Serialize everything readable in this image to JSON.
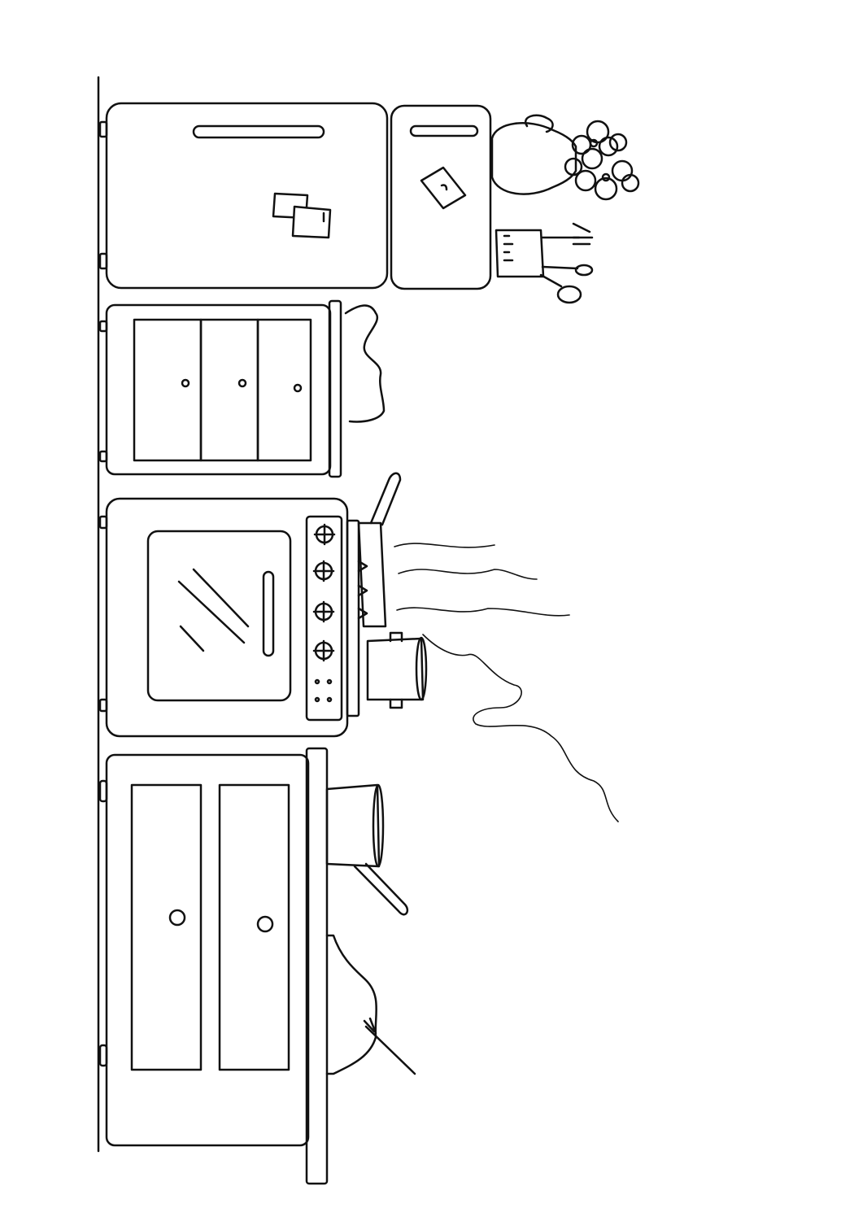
{
  "colors": {
    "background": "#ffffff",
    "ink": "#111111"
  },
  "scene": {
    "objects": [
      "floor-line",
      "refrigerator",
      "chest-of-drawers",
      "stove-with-oven",
      "kitchen-cabinet",
      "flower-vase",
      "utensil-jar",
      "frying-pan",
      "cooking-pot",
      "saucepan",
      "steam"
    ]
  }
}
